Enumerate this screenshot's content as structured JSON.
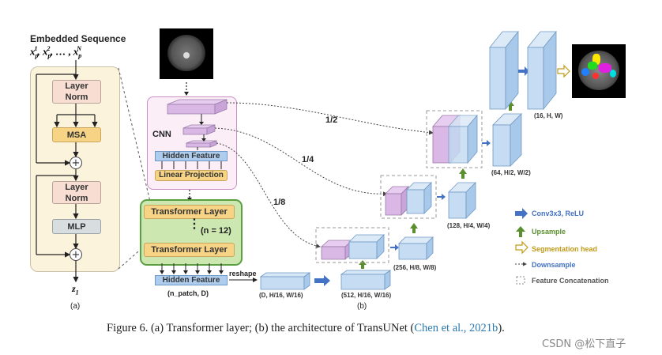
{
  "panel_a": {
    "embedded_title": "Embedded Sequence",
    "embedded_seq": "x",
    "seq_sub1": "p",
    "seq_sup1": "1",
    "seq_sub2": "p",
    "seq_sup2": "2",
    "seq_dots": ", … , ",
    "seq_subN": "p",
    "seq_supN": "N",
    "layer_norm_1": "Layer Norm",
    "msa": "MSA",
    "layer_norm_2": "Layer Norm",
    "mlp": "MLP",
    "plus": "+",
    "output_label": "z",
    "output_sub": "1",
    "caption": "(a)"
  },
  "panel_b": {
    "cnn": "CNN",
    "hidden_feature": "Hidden Feature",
    "linear_projection": "Linear Projection",
    "transformer_layer_top": "Transformer Layer",
    "transformer_layer_bottom": "Transformer Layer",
    "n_label": "(n = 12)",
    "hidden_feature_bottom": "Hidden Feature",
    "n_patch_label": "(n_patch, D)",
    "reshape": "reshape",
    "scale_half": "1/2",
    "scale_quarter": "1/4",
    "scale_eighth": "1/8",
    "dim_d": "(D, H/16, W/16)",
    "dim_512": "(512, H/16, W/16)",
    "dim_256": "(256, H/8, W/8)",
    "dim_128": "(128, H/4, W/4)",
    "dim_64": "(64, H/2, W/2)",
    "dim_16": "(16, H, W)",
    "caption": "(b)"
  },
  "legend": {
    "items": [
      {
        "label": "Conv3x3, ReLU",
        "color": "#4472c4",
        "icon": "arrow-right-icon"
      },
      {
        "label": "Upsample",
        "color": "#5a8f2f",
        "icon": "arrow-up-icon"
      },
      {
        "label": "Segmentation head",
        "color": "#c09a16",
        "icon": "hollow-arrow-icon"
      },
      {
        "label": "Downsample",
        "color": "#4472c4",
        "icon": "dotted-arrow-icon"
      },
      {
        "label": "Feature Concatenation",
        "color": "#555555",
        "icon": "dashed-box-icon"
      }
    ]
  },
  "figure_caption": {
    "prefix": "Figure 6. (a) Transformer layer; (b) the architecture of TransUNet (",
    "citation": "Chen et al., 2021b",
    "suffix": ")."
  },
  "watermark": "CSDN @松下直子",
  "colors": {
    "transformer_bg": "#fbf3dc",
    "cnn_bg": "#fbeef7",
    "cnn_border": "#c98fc5",
    "trans_block_bg": "#cde7b0",
    "trans_block_border": "#5aa040",
    "purple_block": "#d9b8e6",
    "blue_block": "#c5dcf2",
    "link_color": "#2a7ab0"
  }
}
